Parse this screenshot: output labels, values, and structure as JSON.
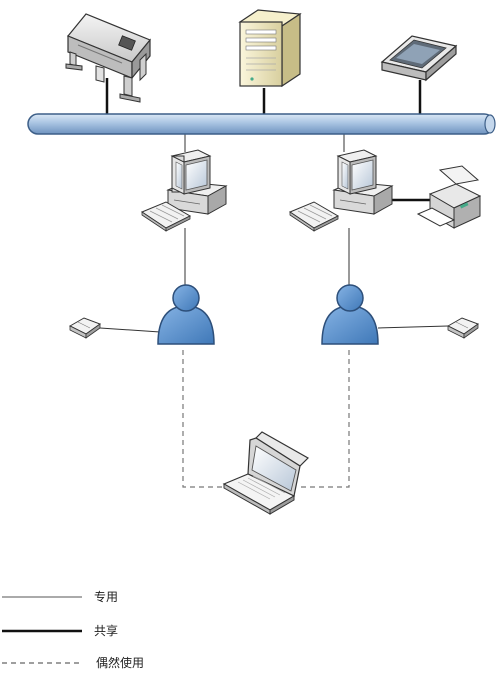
{
  "legend": {
    "items": [
      {
        "label": "专用",
        "style": "thin-solid"
      },
      {
        "label": "共享",
        "style": "thick-solid"
      },
      {
        "label": "偶然使用",
        "style": "dashed"
      }
    ]
  },
  "nodes": [
    {
      "id": "plotter",
      "icon": "plotter-icon"
    },
    {
      "id": "server",
      "icon": "server-icon"
    },
    {
      "id": "scanner",
      "icon": "scanner-icon"
    },
    {
      "id": "network-bus",
      "icon": "network-bus"
    },
    {
      "id": "workstation-left",
      "icon": "desktop-computer-icon"
    },
    {
      "id": "workstation-right",
      "icon": "desktop-computer-icon"
    },
    {
      "id": "printer",
      "icon": "printer-icon"
    },
    {
      "id": "user-left",
      "icon": "user-icon"
    },
    {
      "id": "user-right",
      "icon": "user-icon"
    },
    {
      "id": "mouse-left",
      "icon": "mouse-icon"
    },
    {
      "id": "mouse-right",
      "icon": "mouse-icon"
    },
    {
      "id": "laptop",
      "icon": "laptop-icon"
    }
  ],
  "colors": {
    "bus_fill": "#a9c4e2",
    "bus_stroke": "#3d5f88",
    "user_fill": "#5b92cf",
    "user_stroke": "#2d4f7a",
    "line": "#333333",
    "dashed": "#777777"
  }
}
